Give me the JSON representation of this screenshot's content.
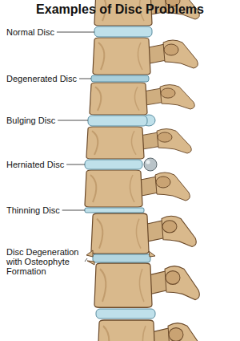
{
  "diagram": {
    "title": "Examples of Disc Problems",
    "labels": [
      "Normal Disc",
      "Degenerated Disc",
      "Bulging Disc",
      "Herniated Disc",
      "Thinning Disc",
      "Disc Degeneration with Osteophyte Formation"
    ]
  }
}
